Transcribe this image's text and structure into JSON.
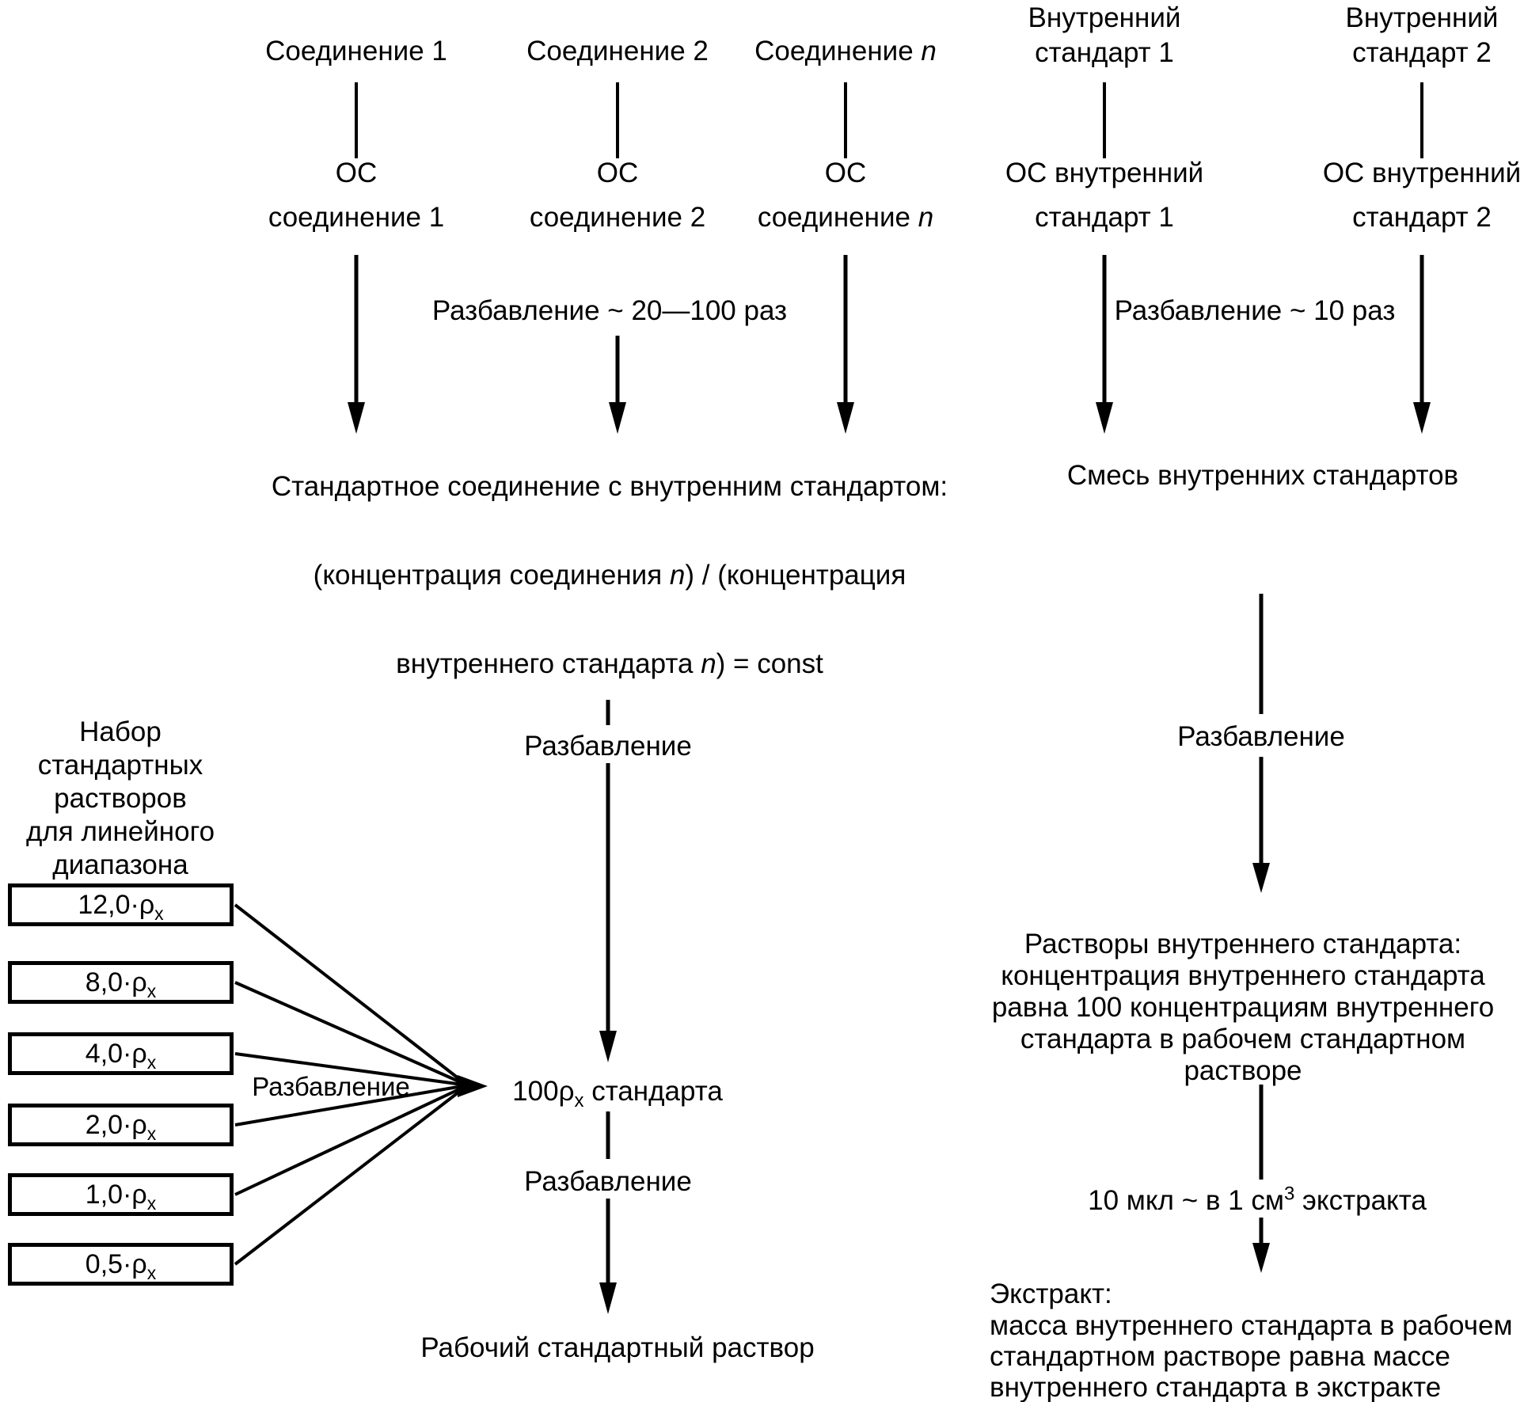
{
  "page": {
    "background": "#ffffff",
    "text_color": "#000000"
  },
  "columns": [
    {
      "title": "Соединение 1",
      "os_top": "ОС",
      "os_bottom": "соединение 1"
    },
    {
      "title": "Соединение 2",
      "os_top": "ОС",
      "os_bottom": "соединение 2"
    },
    {
      "title_pre": "Соединение ",
      "title_var": "n",
      "os_top": "ОС",
      "os_bottom_pre": "соединение ",
      "os_bottom_var": "n"
    },
    {
      "title_line1": "Внутренний",
      "title_line2": "стандарт 1",
      "os_top": "ОС внутренний",
      "os_bottom": "стандарт 1"
    },
    {
      "title_line1": "Внутренний",
      "title_line2": "стандарт 2",
      "os_top": "ОС внутренний",
      "os_bottom": "стандарт 2"
    }
  ],
  "dilution_labels": {
    "compounds": "Разбавление ~ 20—100 раз",
    "internal_standards": "Разбавление ~ 10 раз",
    "center_upper": "Разбавление",
    "right_upper": "Разбавление",
    "fan": "Разбавление",
    "center_lower": "Разбавление"
  },
  "standard_mix_block": {
    "line1": "Стандартное соединение с внутренним стандартом:",
    "line2_pre": "(концентрация соединения ",
    "line2_var": "n",
    "line2_post": ") / (концентрация",
    "line3_pre": "внутреннего стандарта ",
    "line3_var": "n",
    "line3_post": ") = const"
  },
  "internal_standard_mix": "Смесь внутренних стандартов",
  "linear_range_panel": {
    "heading_line1": "Набор",
    "heading_line2": "стандартных",
    "heading_line3": "растворов",
    "heading_line4": "для линейного",
    "heading_line5": "диапазона",
    "boxes": [
      {
        "pre": "12,0·ρ",
        "sub": "x"
      },
      {
        "pre": "8,0·ρ",
        "sub": "x"
      },
      {
        "pre": "4,0·ρ",
        "sub": "x"
      },
      {
        "pre": "2,0·ρ",
        "sub": "x"
      },
      {
        "pre": "1,0·ρ",
        "sub": "x"
      },
      {
        "pre": "0,5·ρ",
        "sub": "x"
      }
    ]
  },
  "standard_100": {
    "pre": "100ρ",
    "sub": "x",
    "post": " стандарта"
  },
  "working_solution": "Рабочий стандартный раствор",
  "internal_standard_solutions_block": {
    "line1": "Растворы внутреннего стандарта:",
    "line2": "концентрация внутреннего стандарта",
    "line3": "равна 100 концентрациям внутреннего",
    "line4": "стандарта в рабочем стандартном",
    "line5": "растворе"
  },
  "injection_note": {
    "pre": "10 мкл ~ в 1 см",
    "sup": "3",
    "post": " экстракта"
  },
  "extract_block": {
    "line1": "Экстракт:",
    "line2": "масса внутреннего стандарта в рабочем",
    "line3": "стандартном растворе равна массе",
    "line4": "внутреннего стандарта в экстракте"
  }
}
